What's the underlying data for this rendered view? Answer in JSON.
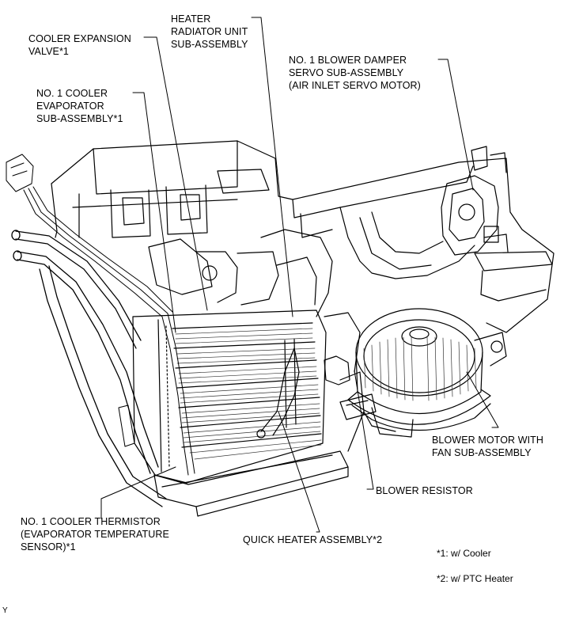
{
  "diagram": {
    "labels": {
      "cooler_expansion_valve": "COOLER EXPANSION\nVALVE*1",
      "heater_radiator_unit": "HEATER\nRADIATOR UNIT\nSUB-ASSEMBLY",
      "no1_cooler_evaporator": "NO. 1 COOLER\nEVAPORATOR\nSUB-ASSEMBLY*1",
      "no1_blower_damper_servo": "NO. 1 BLOWER DAMPER\nSERVO SUB-ASSEMBLY\n(AIR INLET SERVO MOTOR)",
      "blower_motor_with_fan": "BLOWER MOTOR WITH\nFAN SUB-ASSEMBLY",
      "blower_resistor": "BLOWER RESISTOR",
      "no1_cooler_thermistor": "NO. 1 COOLER THERMISTOR\n(EVAPORATOR TEMPERATURE\nSENSOR)*1",
      "quick_heater_assembly": "QUICK HEATER ASSEMBLY*2"
    },
    "footnotes": {
      "cooler": "*1: w/ Cooler",
      "ptc_heater": "*2: w/ PTC Heater"
    },
    "corner_mark": "Y"
  }
}
